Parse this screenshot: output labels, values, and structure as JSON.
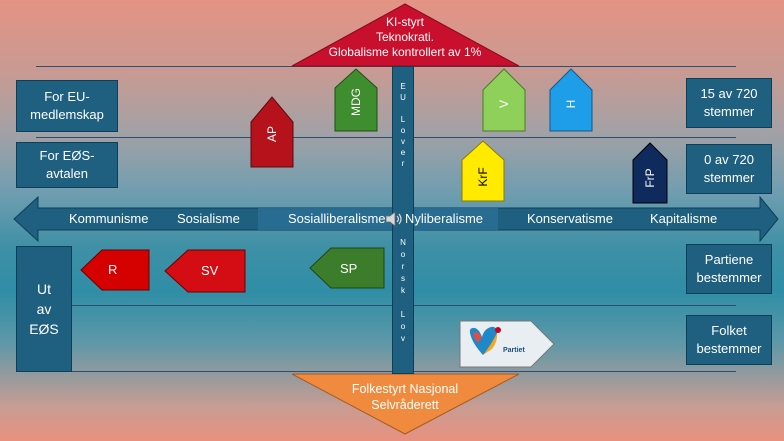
{
  "top_triangle": {
    "line1": "KI-styrt",
    "line2": "Teknokrati.",
    "line3": "Globalisme kontrollert av 1%",
    "color": "#c8102e"
  },
  "bottom_triangle": {
    "line1": "Folkestyrt Nasjonal",
    "line2": "Selvråderett",
    "color": "#f08a3e"
  },
  "left_boxes": {
    "eu": "For EU-\nmedlemskap",
    "eos": "For EØS-\navtalen",
    "ut": "Ut\nav\nEØS"
  },
  "right_boxes": {
    "eu_votes": "15 av 720\nstemmer",
    "eos_votes": "0 av 720\nstemmer",
    "partiene": "Partiene\nbestemmer",
    "folket": "Folket\nbestemmer"
  },
  "axis": {
    "labels": [
      "Kommunisme",
      "Sosialisme",
      "Sosialliberalisme",
      "Nyliberalisme",
      "Konservatisme",
      "Kapitalisme"
    ]
  },
  "vertical": {
    "upper": [
      "E",
      "U",
      "",
      "L",
      "o",
      "v",
      "e",
      "r"
    ],
    "lower": [
      "N",
      "o",
      "r",
      "s",
      "k",
      "",
      "L",
      "o",
      "v"
    ]
  },
  "parties": {
    "AP": {
      "label": "AP",
      "color": "#b5121b"
    },
    "MDG": {
      "label": "MDG",
      "color": "#3e8e2f"
    },
    "V": {
      "label": "V",
      "color": "#8fd05b"
    },
    "H": {
      "label": "H",
      "color": "#1e9ee8"
    },
    "KrF": {
      "label": "KrF",
      "color": "#ffea00"
    },
    "FrP": {
      "label": "FrP",
      "color": "#0f2a5c"
    },
    "R": {
      "label": "R",
      "color": "#d50000"
    },
    "SV": {
      "label": "SV",
      "color": "#d40d14"
    },
    "SP": {
      "label": "SP",
      "color": "#3b7d2a"
    },
    "Partiet": {
      "label": "Partiet",
      "color": "#e8eef2"
    }
  },
  "icons": {
    "center": "speaker-icon"
  }
}
